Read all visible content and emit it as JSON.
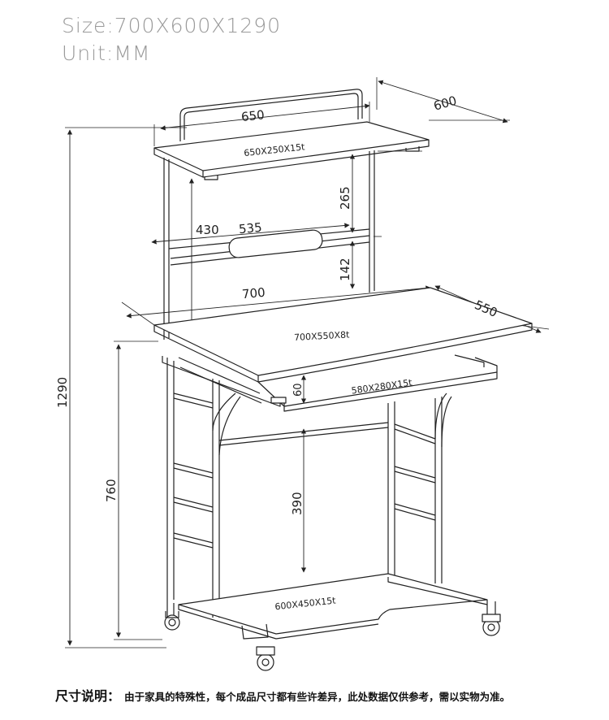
{
  "header": {
    "size_text": "Size:700X600X1290",
    "unit_text": "Unit:MM"
  },
  "dimensions": {
    "shelf_width": "650",
    "shelf_panel": "650X250X15t",
    "total_depth": "600",
    "upper_gap": "265",
    "rail_width": "535",
    "top_height": "430",
    "lower_gap": "142",
    "desk_width": "700",
    "desk_depth": "550",
    "desk_panel": "700X550X8t",
    "drawer_panel": "580X280X15t",
    "drawer_height": "60",
    "under_height": "390",
    "desk_height": "760",
    "total_height": "1290",
    "base_panel": "600X450X15t"
  },
  "footer": {
    "label": "尺寸说明：",
    "text": "由于家具的特殊性，每个成品尺寸都有些许差异，此处数据仅供参考，需以实物为准。"
  },
  "colors": {
    "line": "#222222",
    "header_text": "#9a9a9a"
  }
}
